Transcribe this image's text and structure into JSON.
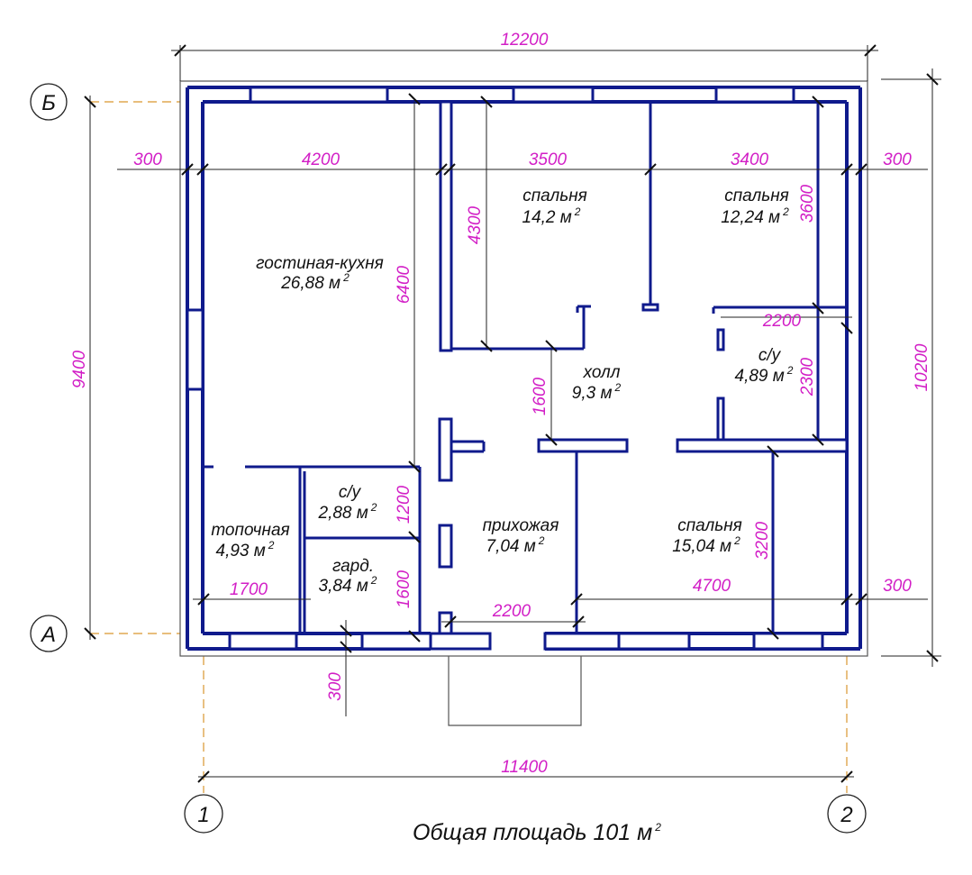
{
  "axes": {
    "top": "Б",
    "bottom": "А",
    "left": "1",
    "right": "2"
  },
  "dimensions": {
    "overall_width": "12200",
    "axis_width": "11400",
    "overall_height": "10200",
    "axis_height": "9400",
    "top_left_margin": "300",
    "top_right_margin": "300",
    "living_width": "4200",
    "bed1_width": "3500",
    "bed2_width": "3400",
    "living_depth": "6400",
    "bed1_depth": "4300",
    "bed2_depth": "3600",
    "wc2_width": "2200",
    "wc2_depth": "2300",
    "hall_depth": "1600",
    "wc1_depth": "1200",
    "ward_depth": "1600",
    "boiler_width": "1700",
    "entry_width": "2200",
    "bed3_width": "4700",
    "bed3_depth": "3200",
    "bottom_right_margin": "300",
    "porch_depth": "300"
  },
  "rooms": {
    "living": {
      "name": "гостиная-кухня",
      "area": "26,88 м",
      "sup": "2"
    },
    "bed1": {
      "name": "спальня",
      "area": "14,2 м",
      "sup": "2"
    },
    "bed2": {
      "name": "спальня",
      "area": "12,24 м",
      "sup": "2"
    },
    "hall": {
      "name": "холл",
      "area": "9,3 м",
      "sup": "2"
    },
    "wc2": {
      "name": "с/у",
      "area": "4,89 м",
      "sup": "2"
    },
    "wc1": {
      "name": "с/у",
      "area": "2,88 м",
      "sup": "2"
    },
    "boiler": {
      "name": "топочная",
      "area": "4,93 м",
      "sup": "2"
    },
    "wardrobe": {
      "name": "гард.",
      "area": "3,84 м",
      "sup": "2"
    },
    "entry": {
      "name": "прихожая",
      "area": "7,04 м",
      "sup": "2"
    },
    "bed3": {
      "name": "спальня",
      "area": "15,04 м",
      "sup": "2"
    }
  },
  "total": {
    "text": "Общая площадь 101 м",
    "sup": "2"
  },
  "colors": {
    "wall": "#0f1a8c",
    "dimension_text": "#d21fc6",
    "axis_line": "#d9962f"
  }
}
